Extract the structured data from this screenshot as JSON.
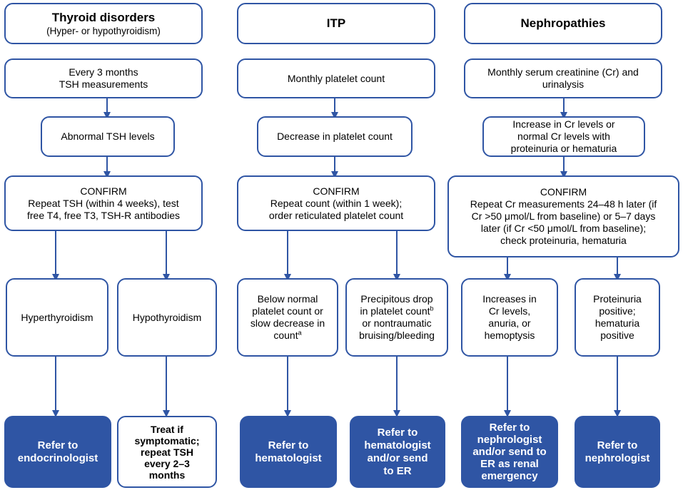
{
  "columns": {
    "thyroid": {
      "title": "Thyroid disorders",
      "subtitle": "(Hyper- or hypothyroidism)",
      "monitor": [
        "Every 3 months",
        "TSH measurements"
      ],
      "trigger": "Abnormal TSH levels",
      "confirm_heading": "CONFIRM",
      "confirm": [
        "Repeat TSH (within 4 weeks), test",
        "free T4, free T3, TSH-R antibodies"
      ],
      "outcome_left": "Hyperthyroidism",
      "outcome_right": "Hypothyroidism",
      "action_left": [
        "Refer to",
        "endocrinologist"
      ],
      "action_right": [
        "Treat if",
        "symptomatic;",
        "repeat TSH",
        "every 2–3",
        "months"
      ]
    },
    "itp": {
      "title": "ITP",
      "monitor": "Monthly platelet count",
      "trigger": "Decrease in platelet count",
      "confirm_heading": "CONFIRM",
      "confirm": [
        "Repeat count (within 1 week);",
        "order reticulated platelet count"
      ],
      "outcome_left": [
        "Below normal",
        "platelet count or",
        "slow decrease in",
        "count"
      ],
      "outcome_left_sup": "a",
      "outcome_right": [
        "Precipitous drop",
        "in platelet count",
        "or nontraumatic",
        "bruising/bleeding"
      ],
      "outcome_right_sup": "b",
      "action_left": [
        "Refer to",
        "hematologist"
      ],
      "action_right": [
        "Refer to",
        "hematologist",
        "and/or send",
        "to ER"
      ]
    },
    "nephro": {
      "title": "Nephropathies",
      "monitor": [
        "Monthly serum creatinine (Cr) and",
        "urinalysis"
      ],
      "trigger": [
        "Increase in Cr levels or",
        "normal Cr levels with",
        "proteinuria or hematuria"
      ],
      "confirm_heading": "CONFIRM",
      "confirm": [
        "Repeat Cr measurements 24–48 h later (if",
        "Cr >50 μmol/L from baseline) or 5–7 days",
        "later (if Cr <50 μmol/L from baseline);",
        "check proteinuria, hematuria"
      ],
      "outcome_left": [
        "Increases in",
        "Cr levels,",
        "anuria, or",
        "hemoptysis"
      ],
      "outcome_right": [
        "Proteinuria",
        "positive;",
        "hematuria",
        "positive"
      ],
      "action_left": [
        "Refer to",
        "nephrologist",
        "and/or send to",
        "ER as renal",
        "emergency"
      ],
      "action_right": [
        "Refer to",
        "nephrologist"
      ]
    }
  },
  "colors": {
    "accent": "#2f55a4",
    "background": "#ffffff"
  }
}
